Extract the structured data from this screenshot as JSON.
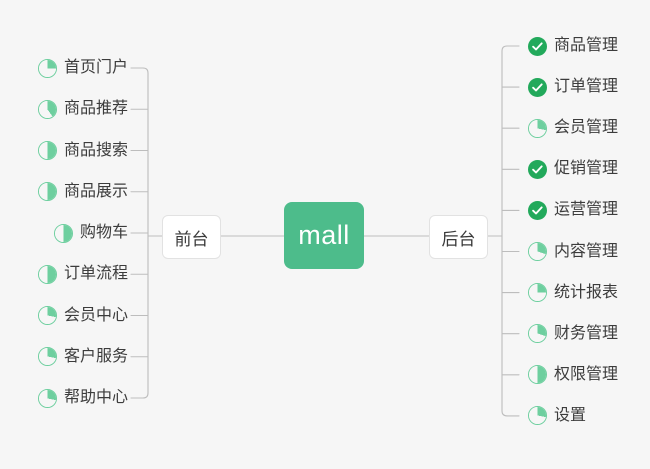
{
  "diagram": {
    "type": "mindmap",
    "background_color": "#f6f6f6",
    "accent_color": "#4DBC8B",
    "check_color": "#22A95B",
    "pie_ring_color": "#6ECF9F",
    "text_color": "#3c3c3c",
    "center": {
      "label": "mall"
    },
    "branches": [
      {
        "id": "front",
        "label": "前台",
        "side": "left"
      },
      {
        "id": "back",
        "label": "后台",
        "side": "right"
      }
    ],
    "left_items": [
      {
        "label": "首页门户",
        "icon": "pie-progress-icon",
        "progress": 25,
        "status": "in-progress"
      },
      {
        "label": "商品推荐",
        "icon": "pie-progress-icon",
        "progress": 40,
        "status": "in-progress"
      },
      {
        "label": "商品搜索",
        "icon": "pie-progress-icon",
        "progress": 50,
        "status": "in-progress"
      },
      {
        "label": "商品展示",
        "icon": "pie-progress-icon",
        "progress": 50,
        "status": "in-progress"
      },
      {
        "label": "购物车",
        "icon": "pie-progress-icon",
        "progress": 50,
        "status": "in-progress"
      },
      {
        "label": "订单流程",
        "icon": "pie-progress-icon",
        "progress": 50,
        "status": "in-progress"
      },
      {
        "label": "会员中心",
        "icon": "pie-progress-icon",
        "progress": 28,
        "status": "in-progress"
      },
      {
        "label": "客户服务",
        "icon": "pie-progress-icon",
        "progress": 28,
        "status": "in-progress"
      },
      {
        "label": "帮助中心",
        "icon": "pie-progress-icon",
        "progress": 28,
        "status": "in-progress"
      }
    ],
    "right_items": [
      {
        "label": "商品管理",
        "icon": "check-circle-icon",
        "progress": 100,
        "status": "done"
      },
      {
        "label": "订单管理",
        "icon": "check-circle-icon",
        "progress": 100,
        "status": "done"
      },
      {
        "label": "会员管理",
        "icon": "pie-progress-icon",
        "progress": 28,
        "status": "in-progress"
      },
      {
        "label": "促销管理",
        "icon": "check-circle-icon",
        "progress": 100,
        "status": "done"
      },
      {
        "label": "运营管理",
        "icon": "check-circle-icon",
        "progress": 100,
        "status": "done"
      },
      {
        "label": "内容管理",
        "icon": "pie-progress-icon",
        "progress": 30,
        "status": "in-progress"
      },
      {
        "label": "统计报表",
        "icon": "pie-progress-icon",
        "progress": 25,
        "status": "in-progress"
      },
      {
        "label": "财务管理",
        "icon": "pie-progress-icon",
        "progress": 30,
        "status": "in-progress"
      },
      {
        "label": "权限管理",
        "icon": "pie-progress-icon",
        "progress": 50,
        "status": "in-progress"
      },
      {
        "label": "设置",
        "icon": "pie-progress-icon",
        "progress": 28,
        "status": "in-progress"
      }
    ]
  }
}
